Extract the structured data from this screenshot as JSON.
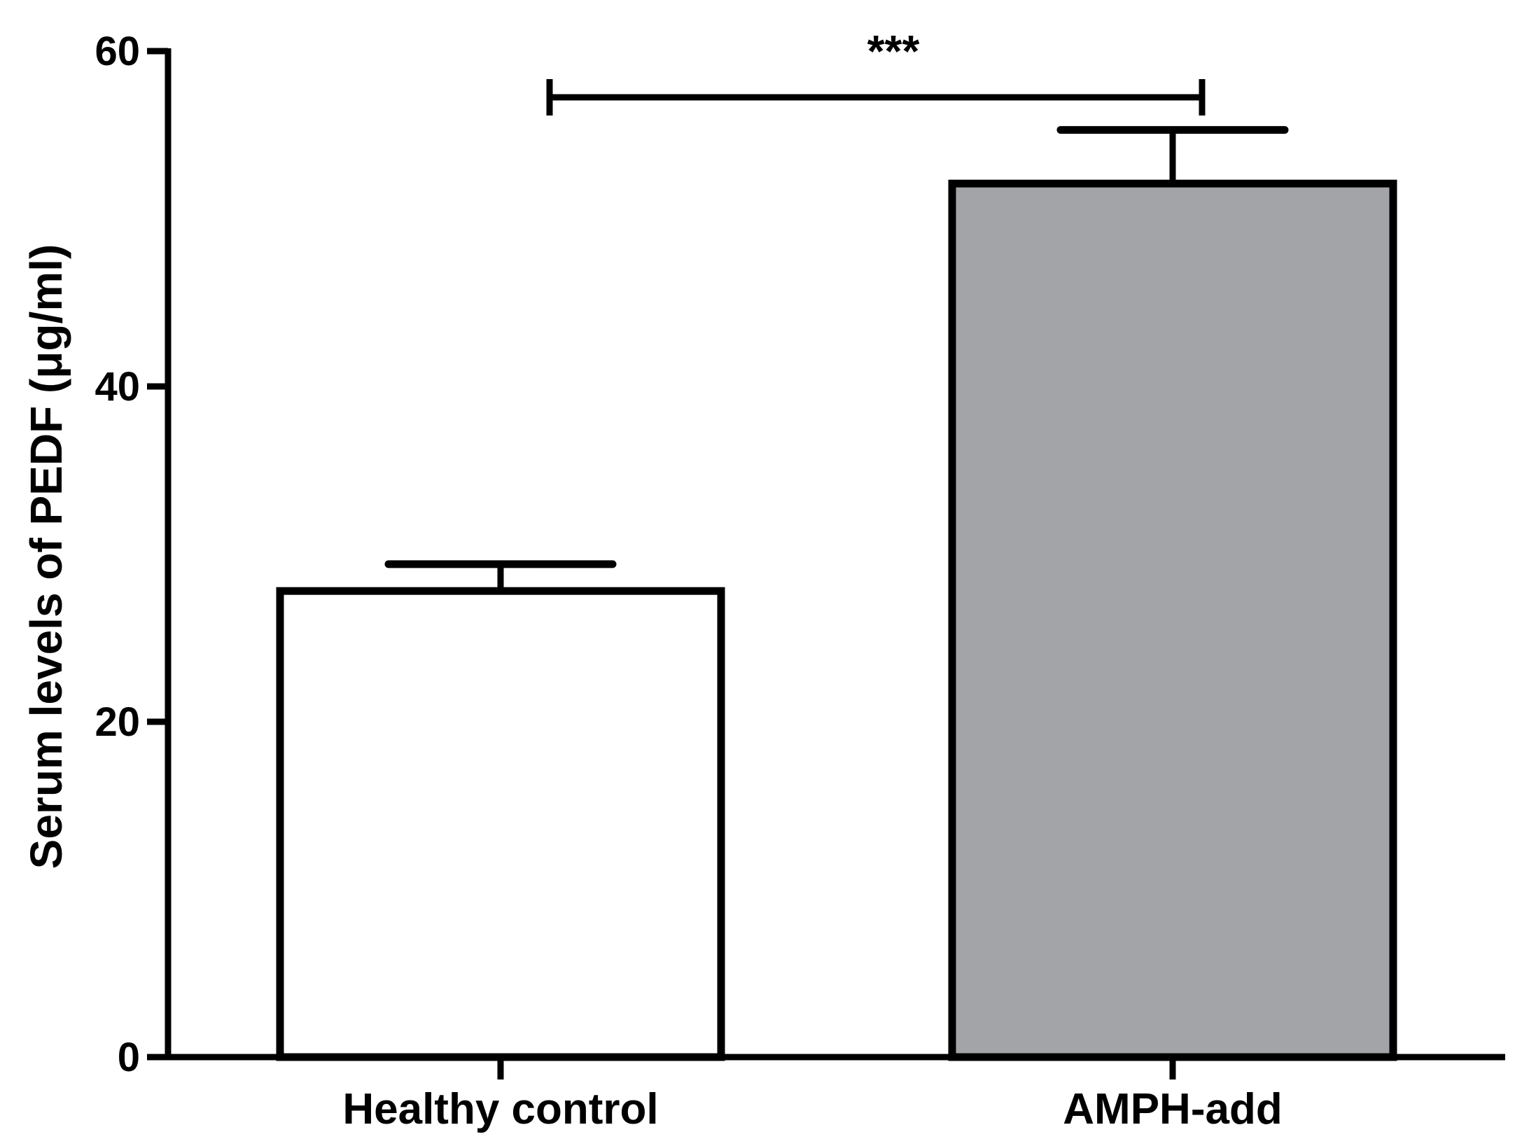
{
  "chart_data": {
    "type": "bar",
    "categories": [
      "Healthy control",
      "AMPH-add"
    ],
    "values": [
      27.8,
      52.1
    ],
    "error_upper": [
      29.4,
      55.3
    ],
    "bar_colors": [
      "#ffffff",
      "#a3a4a7"
    ],
    "outline_color": "#000000",
    "title": "",
    "xlabel": "",
    "ylabel": "Serum levels of PEDF (μg/ml)",
    "ylim": [
      0,
      60
    ],
    "yticks": [
      0,
      20,
      40,
      60
    ],
    "ytick_labels": [
      "0",
      "20",
      "40",
      "60"
    ],
    "grid": false,
    "legend": false,
    "annotations": [
      {
        "text": "***",
        "from_category": "Healthy control",
        "to_category": "AMPH-add"
      }
    ]
  }
}
